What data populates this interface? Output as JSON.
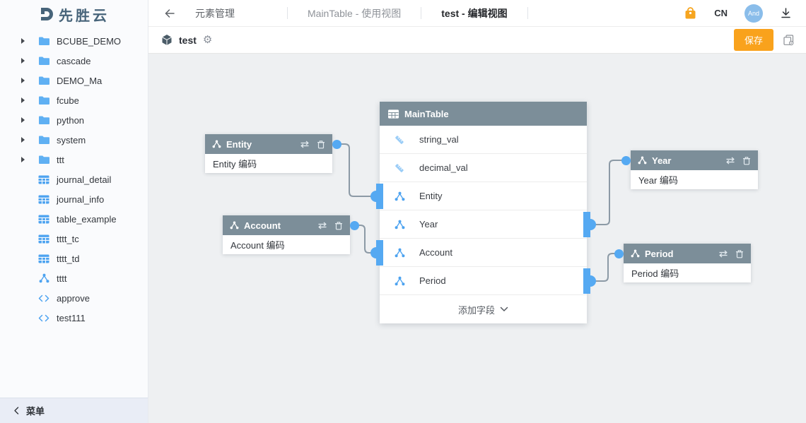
{
  "app": {
    "logo_text": "先胜云",
    "language": "CN",
    "avatar_text": "And"
  },
  "topbar": {
    "page_title": "元素管理",
    "tabs": [
      {
        "label": "MainTable - 使用视图",
        "active": false
      },
      {
        "label": "test - 编辑视图",
        "active": true
      }
    ]
  },
  "toolbar": {
    "view_name": "test",
    "save_label": "保存"
  },
  "sidebar": {
    "tree": [
      {
        "label": "BCUBE_DEMO",
        "type": "folder"
      },
      {
        "label": "cascade",
        "type": "folder"
      },
      {
        "label": "DEMO_Ma",
        "type": "folder"
      },
      {
        "label": "fcube",
        "type": "folder"
      },
      {
        "label": "python",
        "type": "folder"
      },
      {
        "label": "system",
        "type": "folder"
      },
      {
        "label": "ttt",
        "type": "folder"
      },
      {
        "label": "journal_detail",
        "type": "table"
      },
      {
        "label": "journal_info",
        "type": "table"
      },
      {
        "label": "table_example",
        "type": "table"
      },
      {
        "label": "tttt_tc",
        "type": "table"
      },
      {
        "label": "tttt_td",
        "type": "table"
      },
      {
        "label": "tttt",
        "type": "dimension"
      },
      {
        "label": "approve",
        "type": "code"
      },
      {
        "label": "test111",
        "type": "code"
      }
    ],
    "collapse_label": "菜单"
  },
  "canvas": {
    "main_table": {
      "title": "MainTable",
      "fields": [
        {
          "name": "string_val",
          "type": "value"
        },
        {
          "name": "decimal_val",
          "type": "value"
        },
        {
          "name": "Entity",
          "type": "dimension"
        },
        {
          "name": "Year",
          "type": "dimension"
        },
        {
          "name": "Account",
          "type": "dimension"
        },
        {
          "name": "Period",
          "type": "dimension"
        }
      ],
      "add_field_label": "添加字段"
    },
    "dimension_nodes": [
      {
        "title": "Entity",
        "field": "Entity 编码"
      },
      {
        "title": "Account",
        "field": "Account 编码"
      },
      {
        "title": "Year",
        "field": "Year 编码"
      },
      {
        "title": "Period",
        "field": "Period 编码"
      }
    ]
  },
  "colors": {
    "accent_blue": "#55a9f2",
    "node_header_slate": "#7c8e99",
    "save_orange": "#f9a21c",
    "connector_gray": "#8c9aa6"
  }
}
